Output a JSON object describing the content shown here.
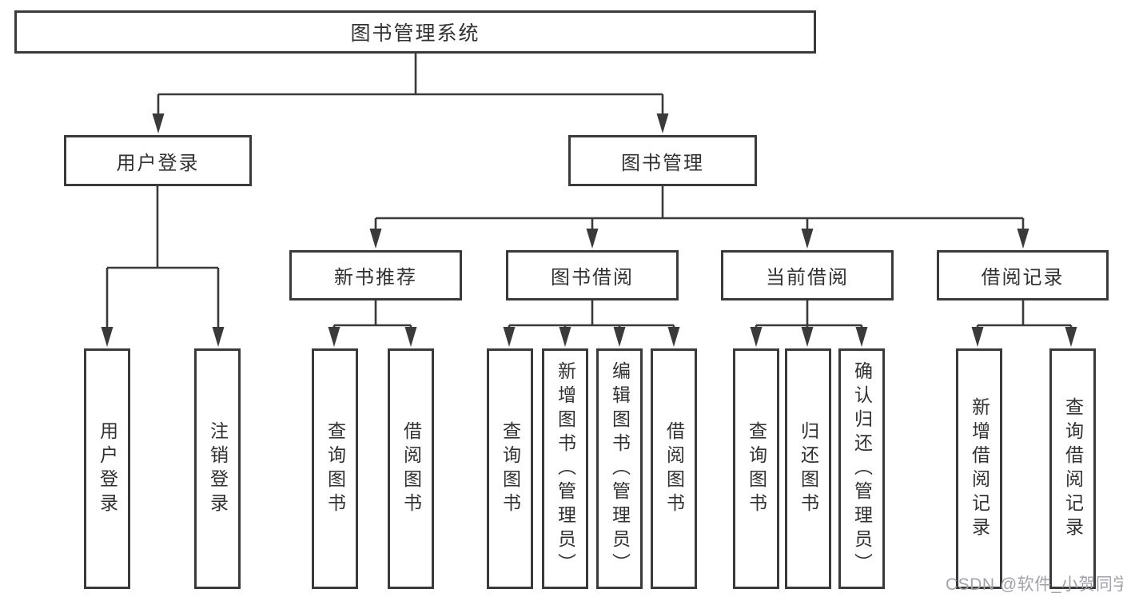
{
  "diagram": {
    "root": {
      "label": "图书管理系统"
    },
    "level2": [
      {
        "label": "用户登录"
      },
      {
        "label": "图书管理"
      }
    ],
    "level3": [
      {
        "label": "新书推荐"
      },
      {
        "label": "图书借阅"
      },
      {
        "label": "当前借阅"
      },
      {
        "label": "借阅记录"
      }
    ],
    "leaves": [
      {
        "label": "用户登录",
        "parent": "用户登录"
      },
      {
        "label": "注销登录",
        "parent": "用户登录"
      },
      {
        "label": "查询图书",
        "parent": "新书推荐"
      },
      {
        "label": "借阅图书",
        "parent": "新书推荐"
      },
      {
        "label": "查询图书",
        "parent": "图书借阅"
      },
      {
        "label": "新增图书（管理员）",
        "parent": "图书借阅"
      },
      {
        "label": "编辑图书（管理员）",
        "parent": "图书借阅"
      },
      {
        "label": "借阅图书",
        "parent": "图书借阅"
      },
      {
        "label": "查询图书",
        "parent": "当前借阅"
      },
      {
        "label": "归还图书",
        "parent": "当前借阅"
      },
      {
        "label": "确认归还（管理员）",
        "parent": "当前借阅"
      },
      {
        "label": "新增借阅记录",
        "parent": "借阅记录"
      },
      {
        "label": "查询借阅记录",
        "parent": "借阅记录"
      }
    ]
  },
  "watermark": {
    "text": "CSDN @软件_小贺同学"
  },
  "colors": {
    "line": "#3a3a3a",
    "text": "#313131",
    "background": "#ffffff",
    "watermark": "#a2a2aa"
  }
}
